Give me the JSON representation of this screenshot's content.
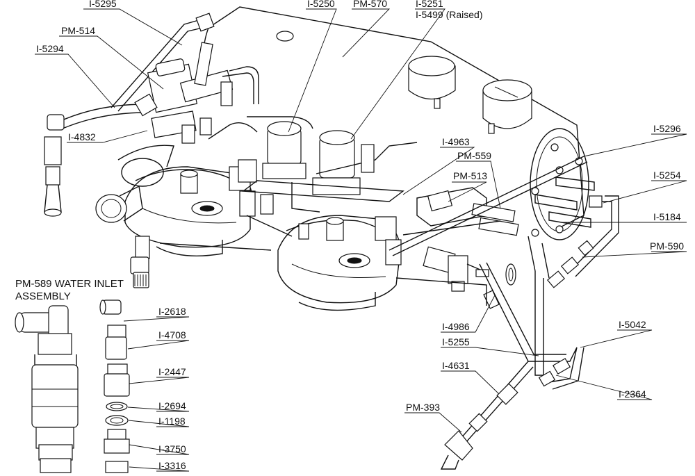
{
  "assembly_title": "PM-589 WATER INLET\nASSEMBLY",
  "callouts": [
    {
      "id": "I-5295"
    },
    {
      "id": "PM-514"
    },
    {
      "id": "I-5294"
    },
    {
      "id": "I-4832"
    },
    {
      "id": "I-5250"
    },
    {
      "id": "PM-570"
    },
    {
      "id": "I-5251"
    },
    {
      "id": "I-5499 (Raised)"
    },
    {
      "id": "I-4963"
    },
    {
      "id": "PM-559"
    },
    {
      "id": "PM-513"
    },
    {
      "id": "I-5296"
    },
    {
      "id": "I-5254"
    },
    {
      "id": "I-5184"
    },
    {
      "id": "PM-590"
    },
    {
      "id": "I-5042"
    },
    {
      "id": "I-2364"
    },
    {
      "id": "I-4986"
    },
    {
      "id": "I-5255"
    },
    {
      "id": "I-4631"
    },
    {
      "id": "PM-393"
    },
    {
      "id": "I-2618"
    },
    {
      "id": "I-4708"
    },
    {
      "id": "I-2447"
    },
    {
      "id": "I-2694"
    },
    {
      "id": "I-1198"
    },
    {
      "id": "I-3750"
    },
    {
      "id": "I-3316"
    }
  ]
}
